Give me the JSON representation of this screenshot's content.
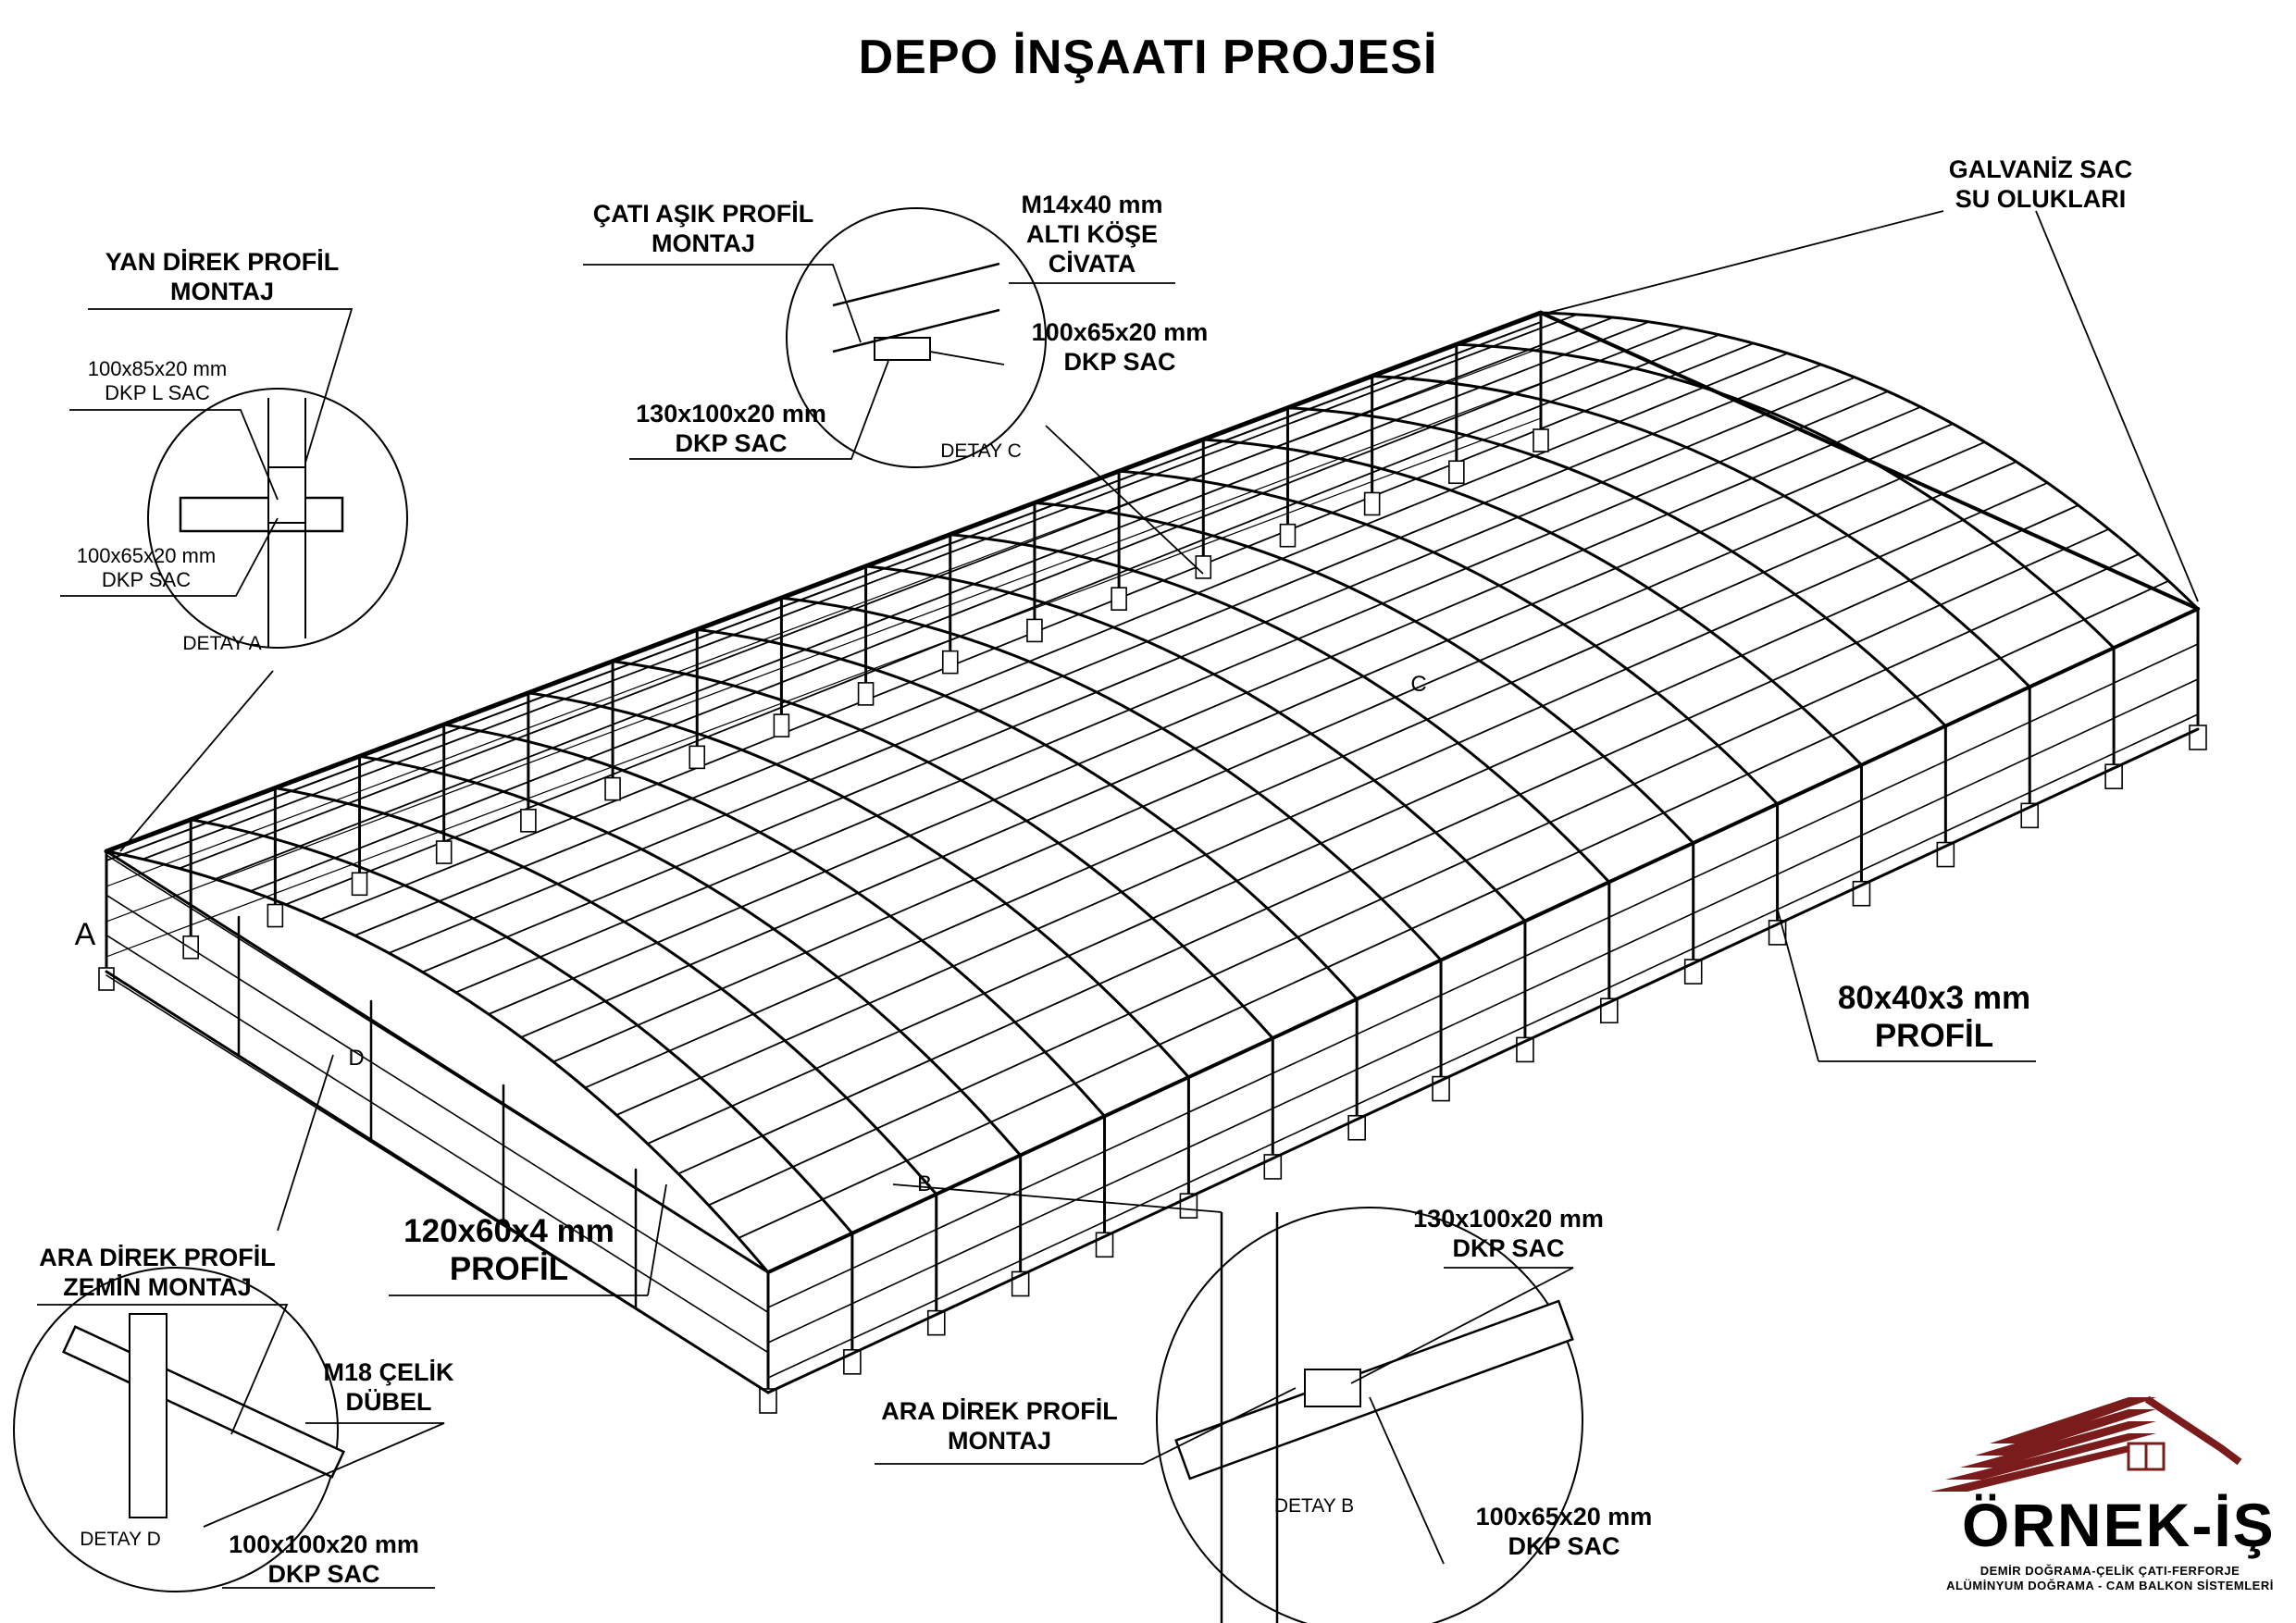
{
  "title": "DEPO İNŞAATI PROJESİ",
  "labels": {
    "yan_direk": "YAN DİREK PROFİL\nMONTAJ",
    "sac_100x85": "100x85x20 mm\nDKP L SAC",
    "sac_100x65_a": "100x65x20 mm\nDKP SAC",
    "detay_a": "DETAY A",
    "cati_asik": "ÇATI AŞIK PROFİL\nMONTAJ",
    "civata": "M14x40 mm\nALTI KÖŞE\nCİVATA",
    "sac_100x65_c": "100x65x20 mm\nDKP SAC",
    "sac_130x100_c": "130x100x20 mm\nDKP SAC",
    "detay_c": "DETAY C",
    "galvaniz": "GALVANİZ SAC\nSU OLUKLARI",
    "profil_80": "80x40x3 mm\nPROFİL",
    "profil_120": "120x60x4 mm\nPROFİL",
    "ara_direk_zemin": "ARA DİREK PROFİL\nZEMİN MONTAJ",
    "dubel": "M18 ÇELİK\nDÜBEL",
    "detay_d": "DETAY D",
    "sac_100x100": "100x100x20 mm\nDKP SAC",
    "sac_130x100_b": "130x100x20 mm\nDKP SAC",
    "ara_direk": "ARA DİREK PROFİL\nMONTAJ",
    "detay_b": "DETAY B",
    "sac_100x65_b": "100x65x20 mm\nDKP SAC"
  },
  "markers": {
    "a": "A",
    "b": "B",
    "c": "C",
    "d": "D"
  },
  "logo": {
    "name": "ÖRNEK-İŞ",
    "line1": "DEMİR DOĞRAMA-ÇELİK ÇATI-FERFORJE",
    "line2": "ALÜMİNYUM DOĞRAMA - CAM BALKON SİSTEMLERİ"
  },
  "colors": {
    "ink": "#000000",
    "logo_roof": "#7a1c1c",
    "paper": "#ffffff"
  },
  "icons": [
    "roof-logo-icon",
    "window-icon"
  ]
}
